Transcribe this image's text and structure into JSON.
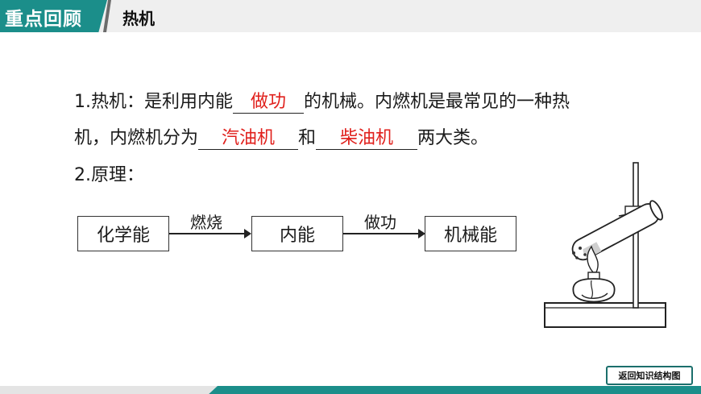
{
  "header": {
    "tag": "重点回顾",
    "title": "热机"
  },
  "content": {
    "line1": {
      "prefix": "1.热机：是利用内能",
      "blank1": "做功",
      "suffix": "的机械。内燃机是最常见的一种热"
    },
    "line2": {
      "prefix": "机，内燃机分为",
      "blank2": "汽油机",
      "middle": "和",
      "blank3": "柴油机",
      "suffix": "两大类。"
    },
    "line3": "2.原理："
  },
  "flow": {
    "box1": "化学能",
    "arrow1_label": "燃烧",
    "box2": "内能",
    "arrow2_label": "做功",
    "box3": "机械能"
  },
  "footer": {
    "back_button": "返回知识结构图"
  },
  "colors": {
    "accent": "#1b8e8a",
    "answer": "#e0201c"
  },
  "icons": {
    "illustration": "test-tube-heating-apparatus"
  }
}
